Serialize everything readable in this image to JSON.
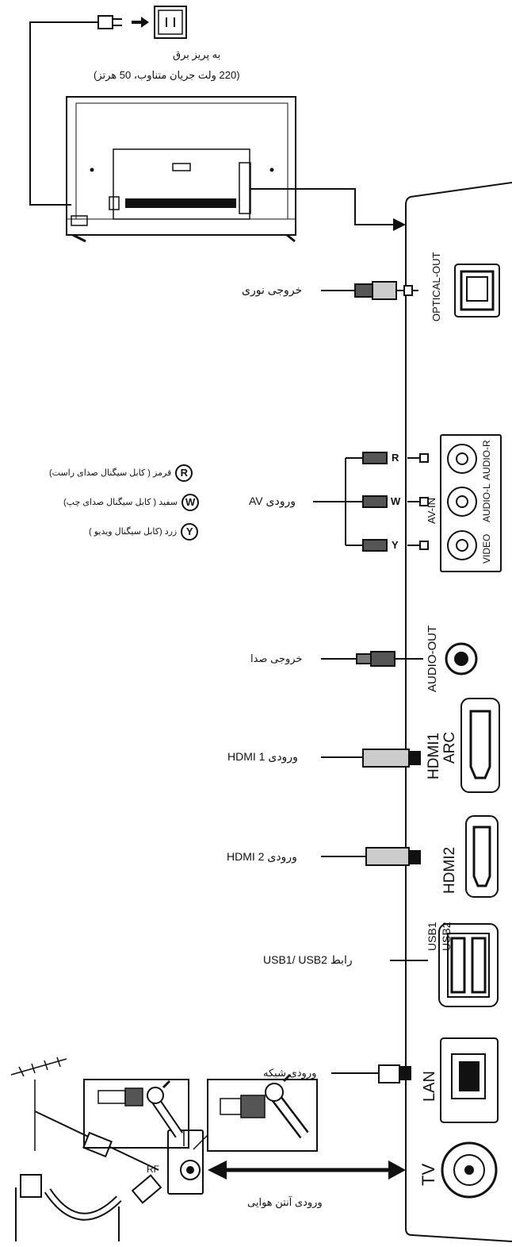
{
  "power": {
    "line1": "به پریز برق",
    "line2": "(220 ولت جریان متناوب، 50 هرتز)"
  },
  "ports": {
    "optical": "OPTICAL-OUT",
    "av_in": "AV-IN",
    "audio_r": "AUDIO-R",
    "audio_l": "AUDIO-L",
    "video": "VIDEO",
    "audio_out": "AUDIO-OUT",
    "hdmi1": "HDMI1",
    "arc": "ARC",
    "hdmi2": "HDMI2",
    "usb1": "USB1",
    "usb2": "USB2",
    "lan": "LAN",
    "tv": "TV",
    "rf": "RF"
  },
  "labels": {
    "optical_out": "خروجی نوری",
    "av_in": "ورودی AV",
    "audio_out": "خروجی صدا",
    "hdmi1_in": "ورودی 1 HDMI",
    "hdmi2_in": "ورودی 2 HDMI",
    "usb": "رابط USB1/ USB2",
    "lan": "ورودی شبکه",
    "antenna": "ورودی آنتن هوایی"
  },
  "legend": [
    {
      "letter": "R",
      "text": "قرمز ( کابل سیگنال صدای راست)"
    },
    {
      "letter": "W",
      "text": "سفید ( کابل سیگنال صدای چپ)"
    },
    {
      "letter": "Y",
      "text": "زرد (کابل سیگنال ویدیو )"
    }
  ]
}
